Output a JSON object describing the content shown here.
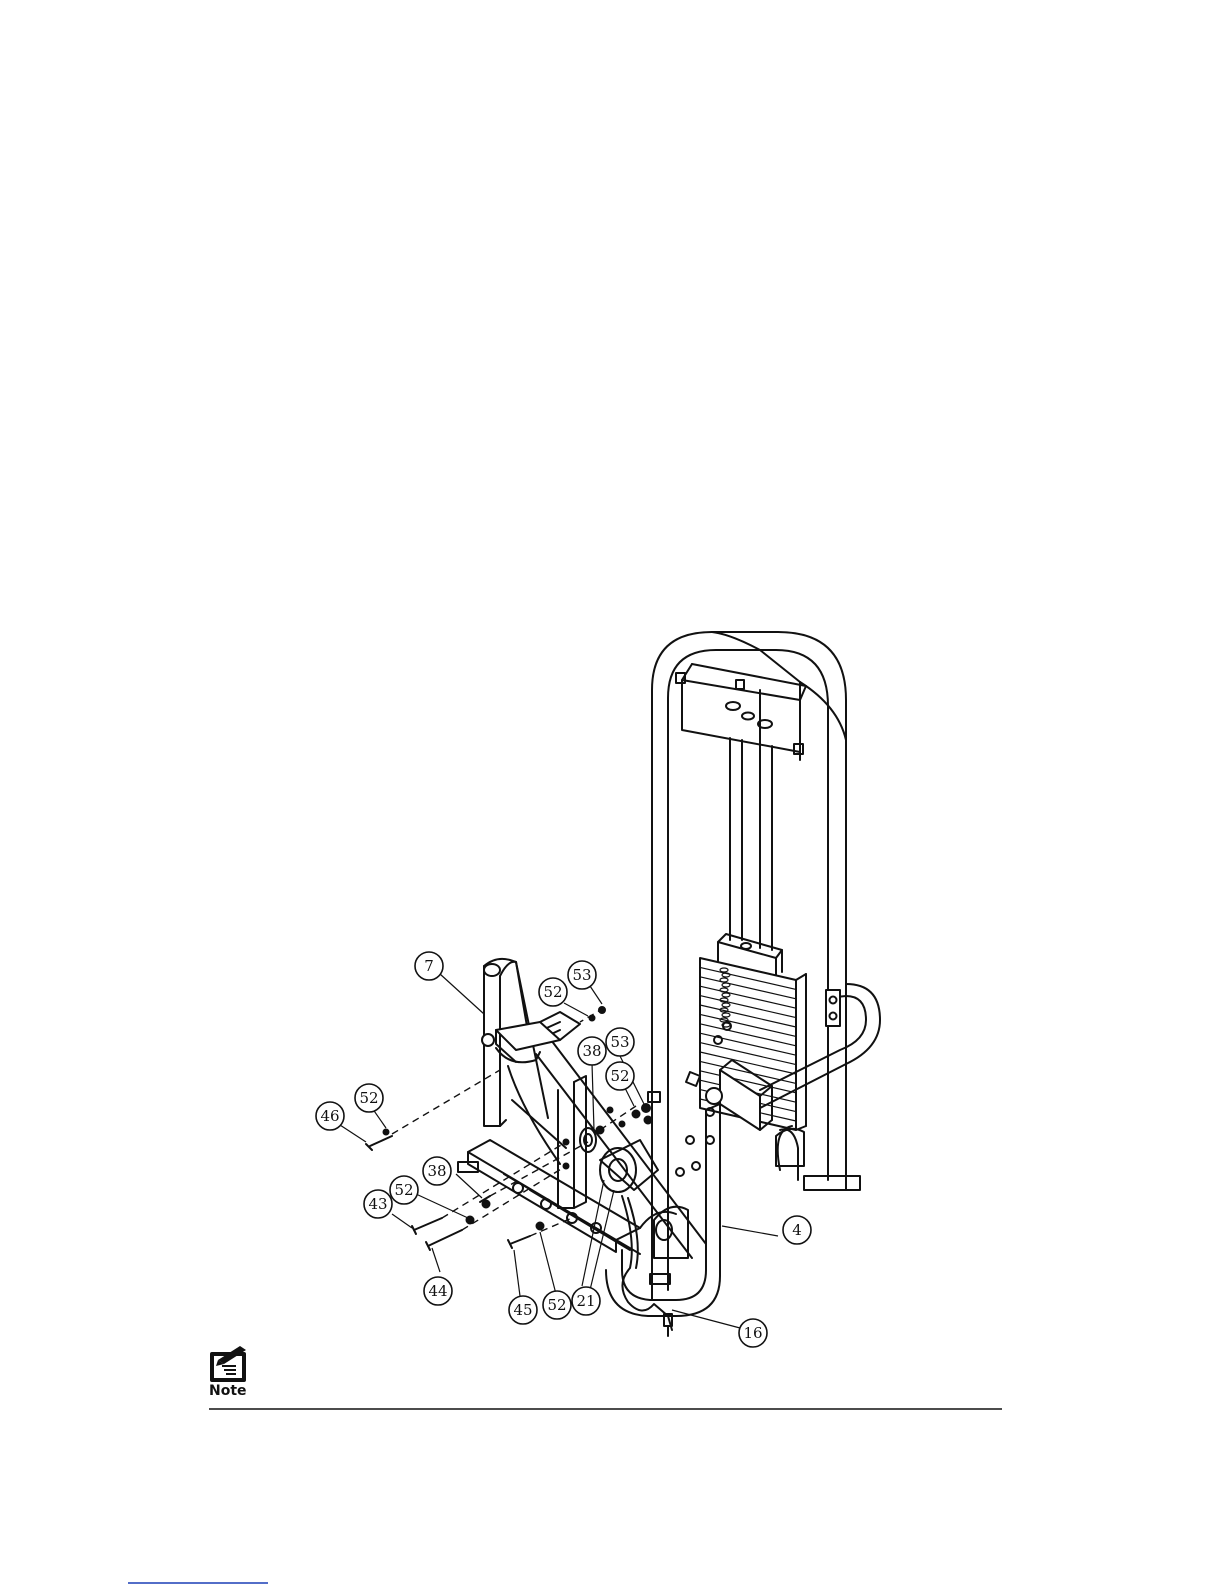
{
  "note": {
    "label": "Note",
    "icon": "note-pencil-icon"
  },
  "callouts": [
    {
      "id": "c7",
      "label": "7"
    },
    {
      "id": "c52a",
      "label": "52"
    },
    {
      "id": "c53a",
      "label": "53"
    },
    {
      "id": "c38a",
      "label": "38"
    },
    {
      "id": "c53b",
      "label": "53"
    },
    {
      "id": "c52b",
      "label": "52"
    },
    {
      "id": "c52c",
      "label": "52"
    },
    {
      "id": "c46",
      "label": "46"
    },
    {
      "id": "c38b",
      "label": "38"
    },
    {
      "id": "c52d",
      "label": "52"
    },
    {
      "id": "c43",
      "label": "43"
    },
    {
      "id": "c44",
      "label": "44"
    },
    {
      "id": "c45",
      "label": "45"
    },
    {
      "id": "c52e",
      "label": "52"
    },
    {
      "id": "c21",
      "label": "21"
    },
    {
      "id": "c4",
      "label": "4"
    },
    {
      "id": "c16",
      "label": "16"
    }
  ],
  "colors": {
    "ink": "#111111",
    "link": "#1a3fb5"
  }
}
